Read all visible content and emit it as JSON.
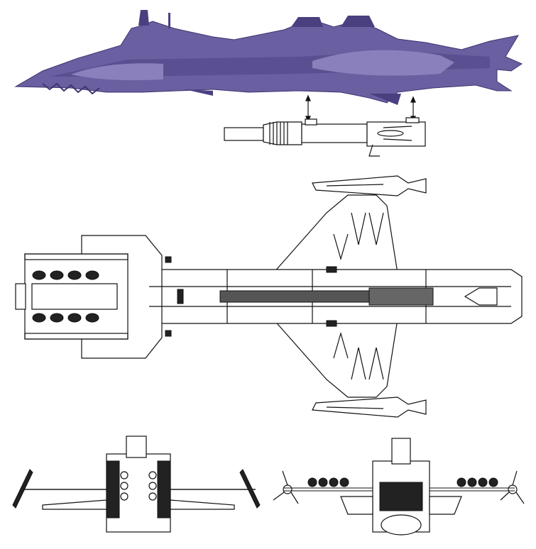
{
  "colors": {
    "hull_side": "#6a5fa0",
    "hull_side_dark": "#4a4080",
    "hull_side_light": "#8a80bb",
    "line_art": "#111111",
    "background": "#ffffff"
  },
  "views": [
    {
      "id": "side-profile",
      "style": "colored"
    },
    {
      "id": "detachable-module",
      "style": "line-art"
    },
    {
      "id": "top-view",
      "style": "line-art"
    },
    {
      "id": "front-view",
      "style": "line-art"
    },
    {
      "id": "rear-view",
      "style": "line-art"
    }
  ],
  "icons": [
    "double-arrow-icon",
    "double-arrow-icon"
  ]
}
